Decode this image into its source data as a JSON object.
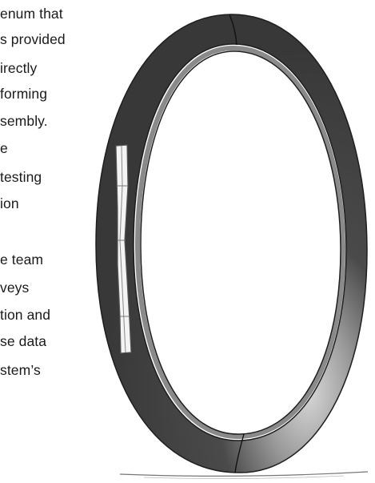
{
  "document": {
    "body_lines": [
      "enum that",
      "s provided",
      "irectly",
      "forming",
      "sembly.",
      "e",
      " testing",
      "ion",
      "",
      "e team",
      "veys",
      "tion and",
      "se data",
      "stem’s"
    ]
  },
  "figure": {
    "colors": {
      "ring_dark": "#3d3d3d",
      "ring_edge": "#1e1e1e",
      "ring_highlight": "#cfcfcf",
      "inner_lip": "#8a8a8a",
      "strip_fill": "#f4f4f4",
      "strip_line": "#555555",
      "floor_line": "#777777"
    }
  }
}
